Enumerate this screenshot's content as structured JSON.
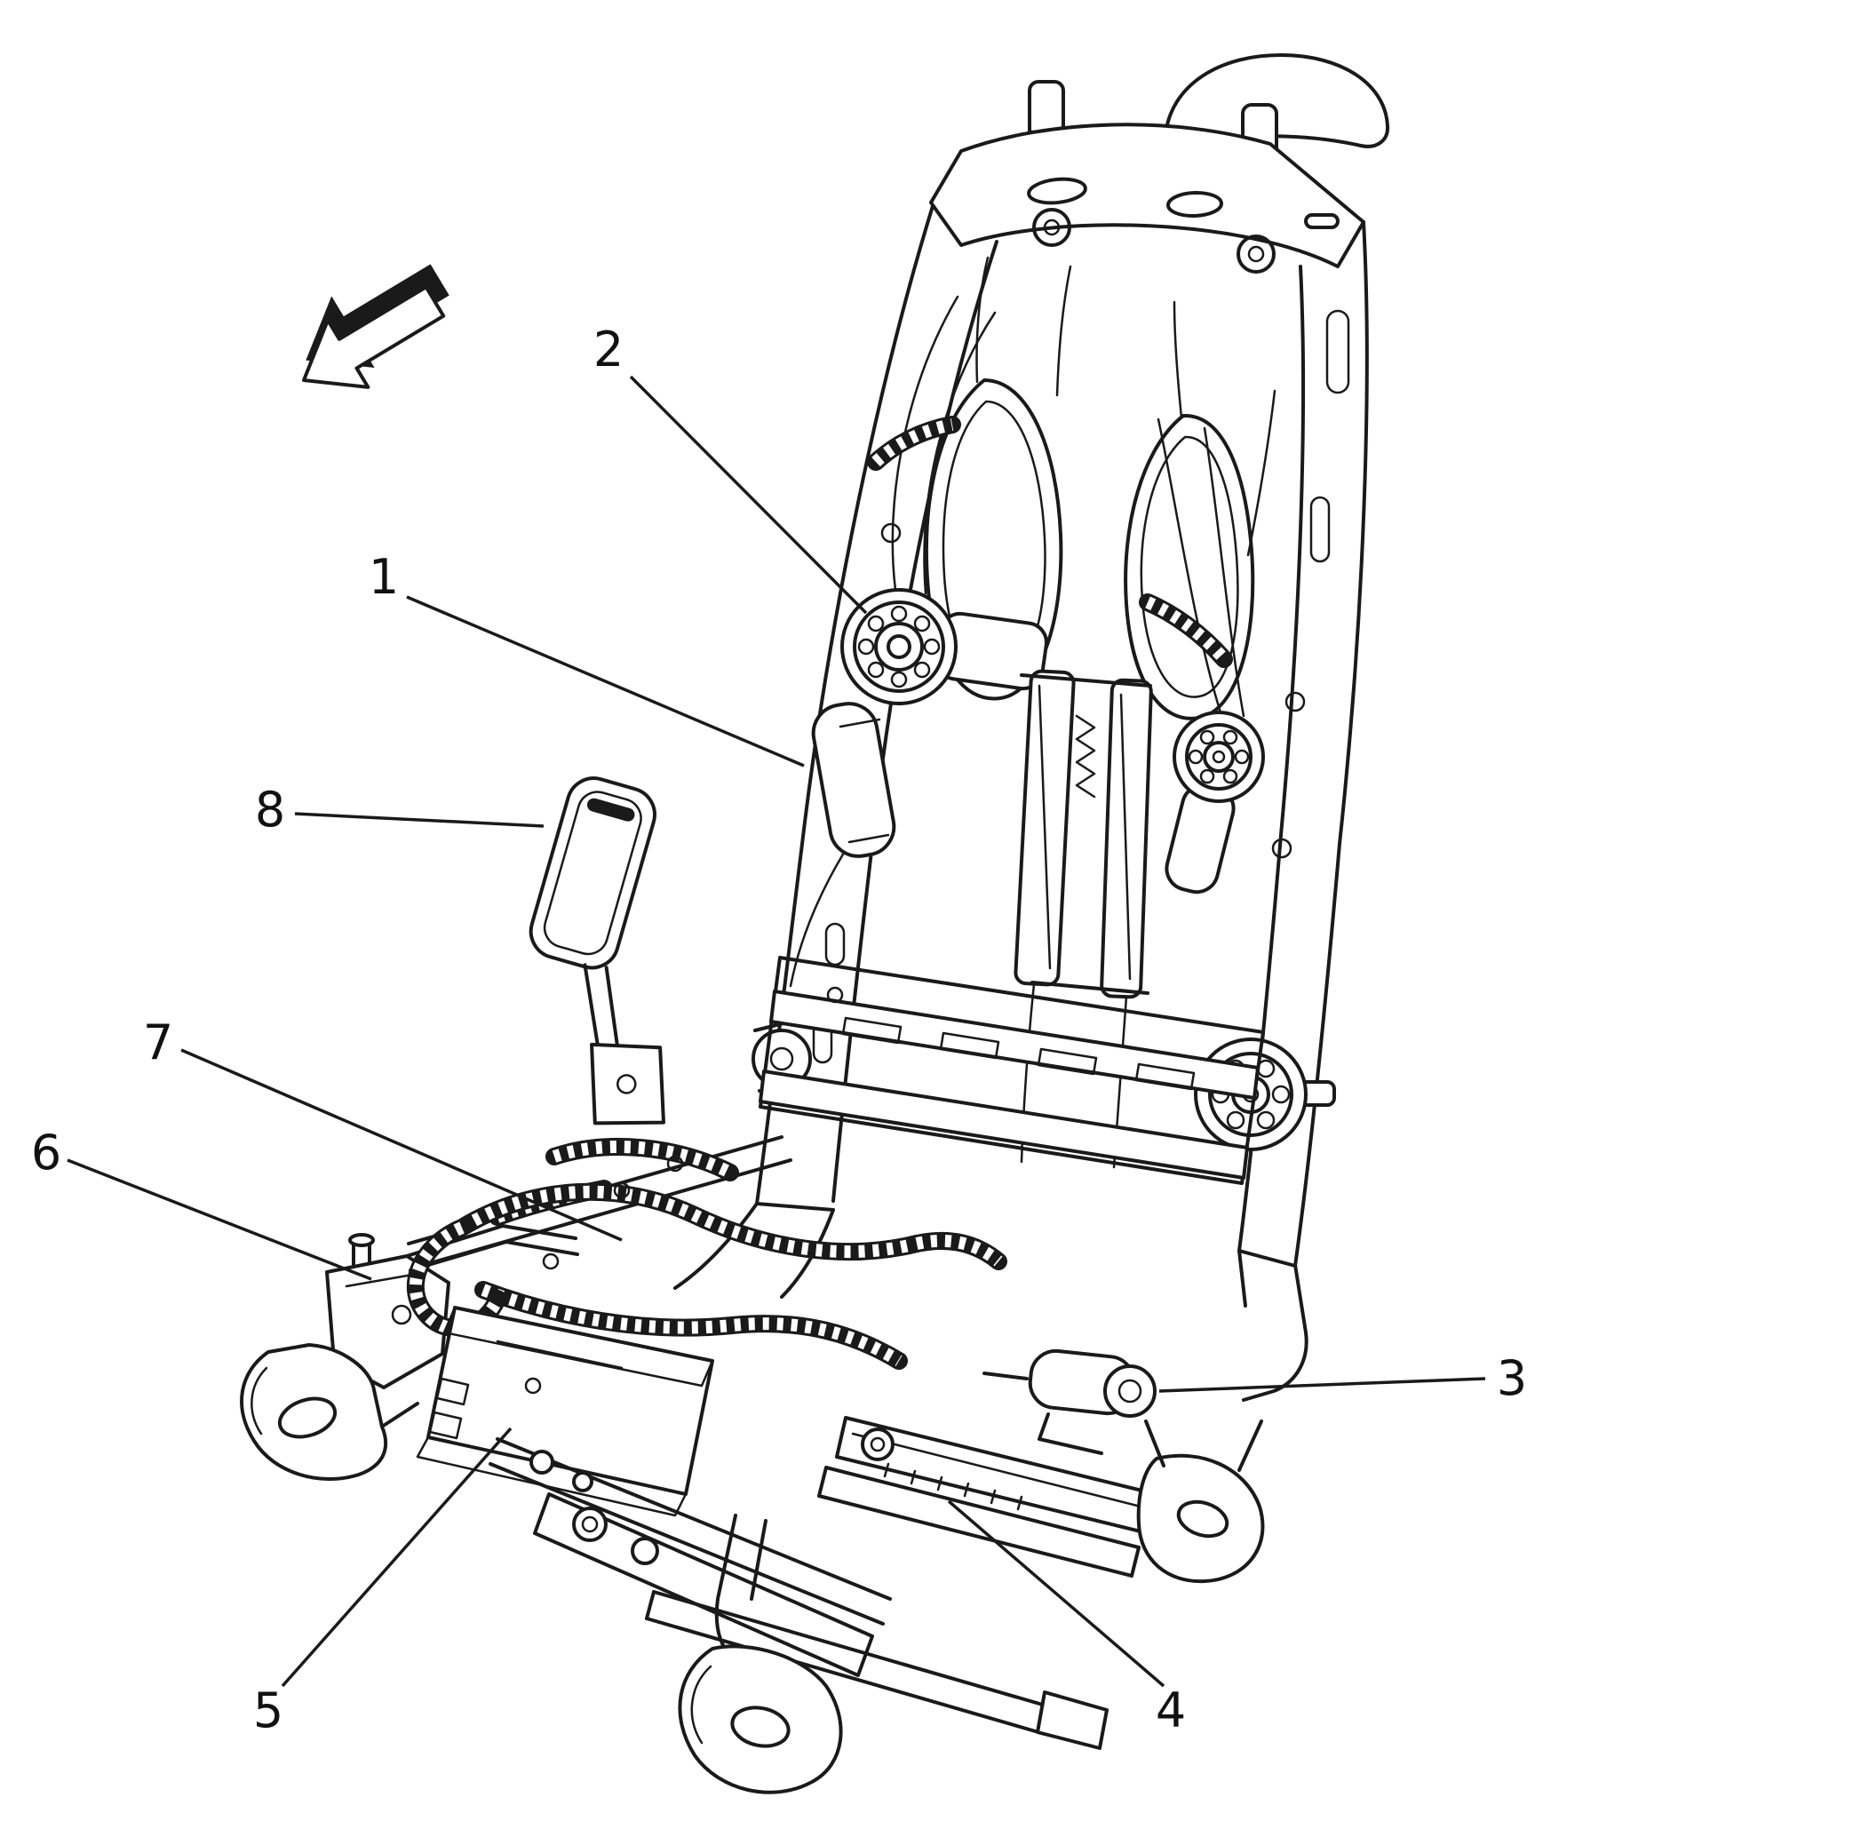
{
  "figure": {
    "background_color": "#ffffff",
    "line_color": "#1a1a1a",
    "icons": {
      "direction_arrow": "front-of-vehicle-direction-arrow"
    },
    "callouts": [
      {
        "label": "1"
      },
      {
        "label": "2"
      },
      {
        "label": "3"
      },
      {
        "label": "4"
      },
      {
        "label": "5"
      },
      {
        "label": "6"
      },
      {
        "label": "7"
      },
      {
        "label": "8"
      }
    ]
  }
}
